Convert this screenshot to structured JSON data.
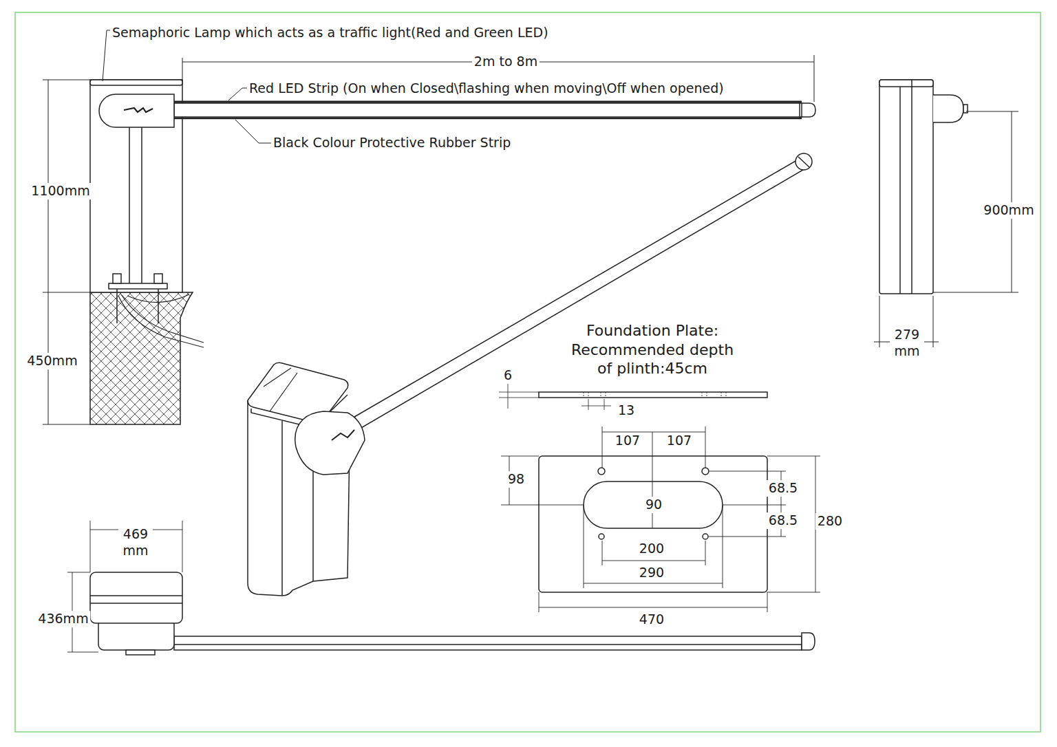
{
  "diagram": {
    "labels": [
      "Semaphoric Lamp which acts as a traffic light(Red and Green LED)",
      "2m to 8m",
      "Red LED Strip (On when Closed\\flashing when moving\\Off when opened)",
      "Black Colour Protective Rubber Strip",
      "1100mm",
      "450mm",
      "900mm",
      "279 mm",
      "Foundation Plate: Recommended depth of plinth:45cm",
      "6",
      "13",
      "107",
      "107",
      "98",
      "90",
      "68.5",
      "68.5",
      "280",
      "200",
      "290",
      "470",
      "469 mm",
      "436mm"
    ]
  }
}
